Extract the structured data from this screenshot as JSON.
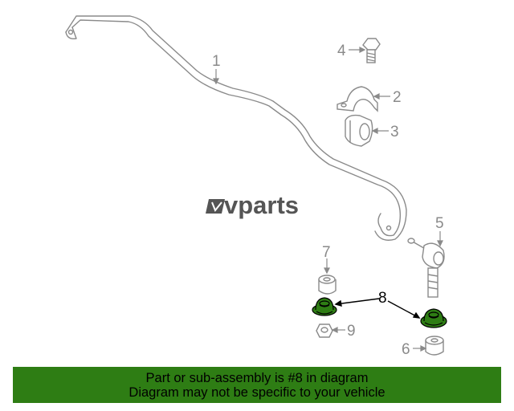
{
  "logo": {
    "text": "vparts",
    "mark": "ev-logo-mark"
  },
  "callouts": [
    {
      "id": "1",
      "label": "1"
    },
    {
      "id": "2",
      "label": "2"
    },
    {
      "id": "3",
      "label": "3"
    },
    {
      "id": "4",
      "label": "4"
    },
    {
      "id": "5",
      "label": "5"
    },
    {
      "id": "6",
      "label": "6"
    },
    {
      "id": "7",
      "label": "7"
    },
    {
      "id": "8",
      "label": "8"
    },
    {
      "id": "9",
      "label": "9"
    }
  ],
  "highlight": {
    "part": "8",
    "color": "#2e7d14"
  },
  "banner": {
    "line1": "Part or sub-assembly is #8 in diagram",
    "line2": "Diagram may not be specific to your vehicle",
    "background": "#2e7d14"
  }
}
